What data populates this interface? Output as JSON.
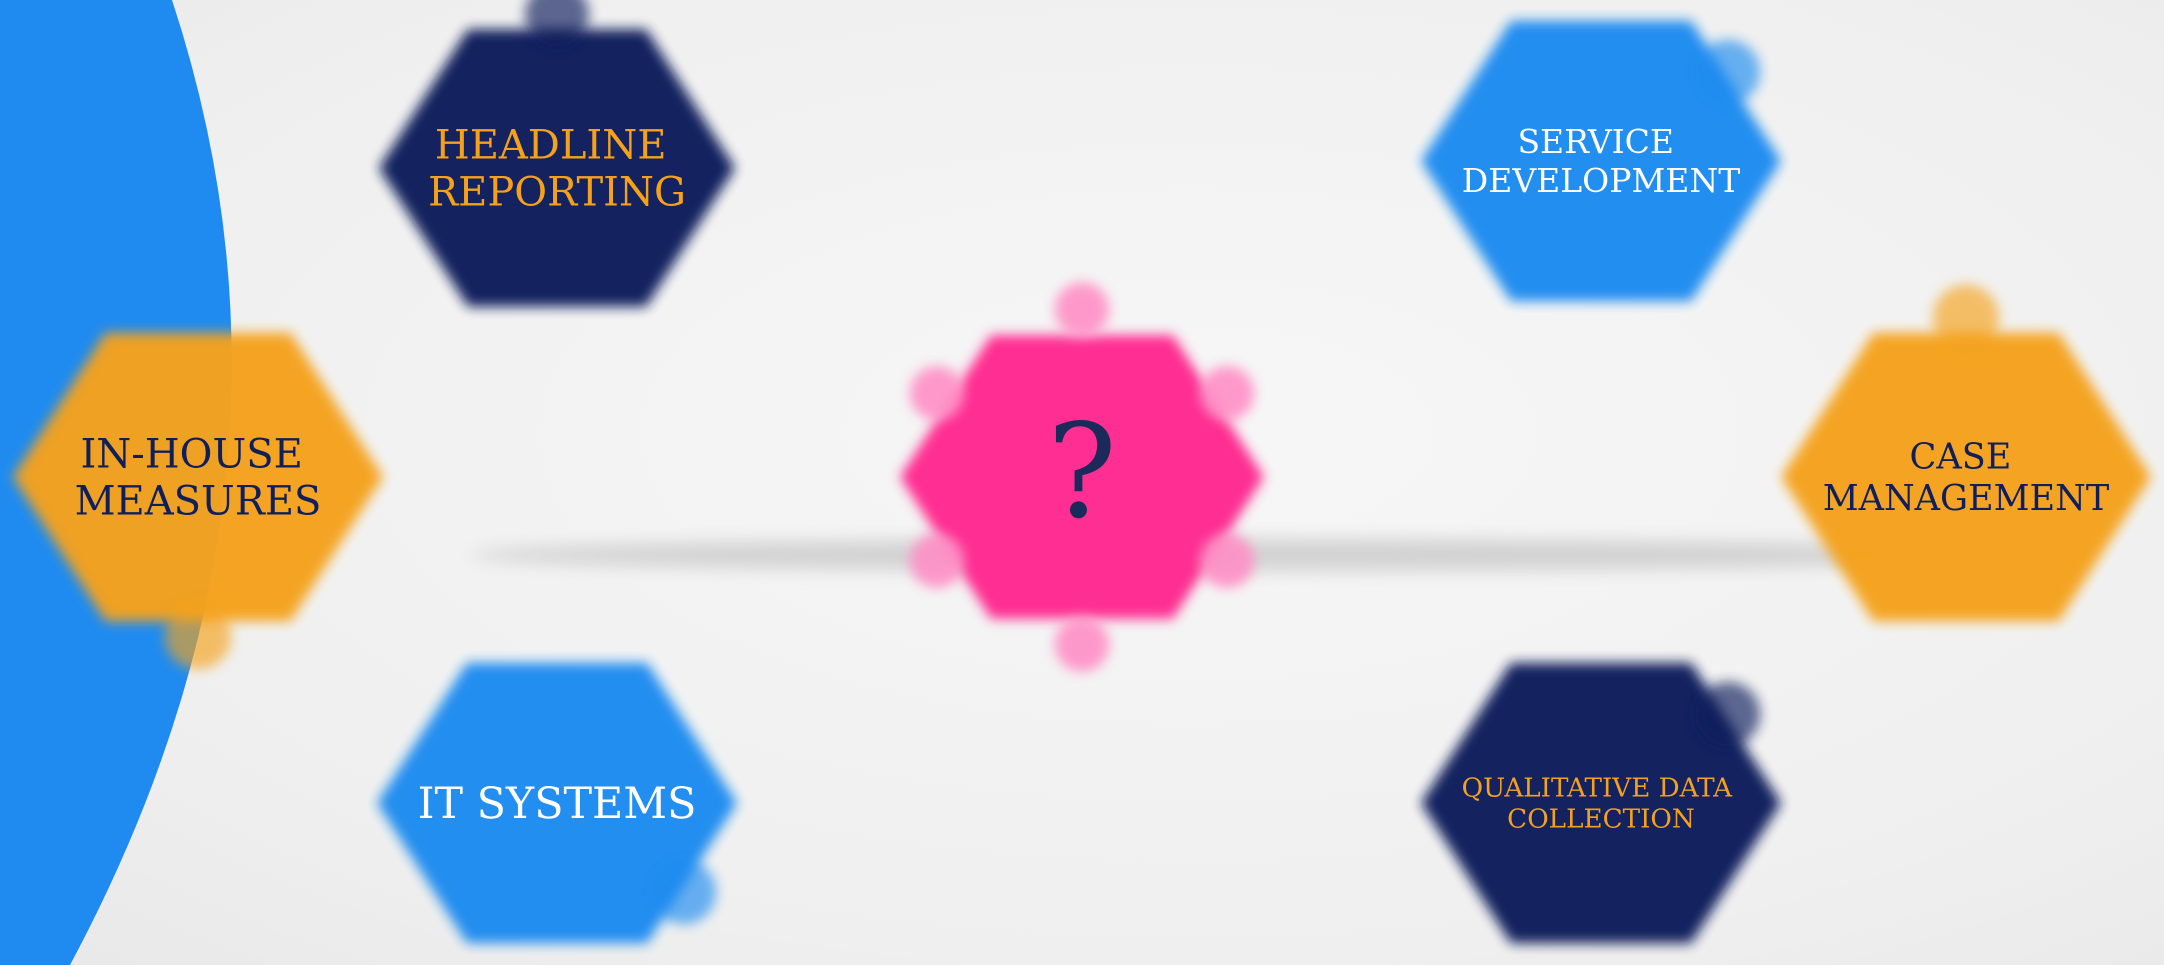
{
  "colors": {
    "background": "#efefef",
    "blue": "#1f8bf0",
    "navy": "#0f1f5c",
    "orange": "#f5a21a",
    "pink": "#ff2f92",
    "white": "#ffffff"
  },
  "center_piece": {
    "label": "?",
    "fill": "#ff2f92",
    "text_color": "#1a2a5a"
  },
  "pieces": [
    {
      "id": "headline-reporting",
      "lines": [
        "HEADLINE",
        "REPORTING"
      ],
      "fill": "#0f1f5c",
      "text_color": "#f5a21a"
    },
    {
      "id": "service-development",
      "lines": [
        "SERVICE",
        "DEVELOPMENT"
      ],
      "fill": "#1f8bf0",
      "text_color": "#ffffff"
    },
    {
      "id": "in-house-measures",
      "lines": [
        "IN-HOUSE",
        "MEASURES"
      ],
      "fill": "#f5a21a",
      "text_color": "#0f1f5c"
    },
    {
      "id": "case-management",
      "lines": [
        "CASE",
        "MANAGEMENT"
      ],
      "fill": "#f5a21a",
      "text_color": "#0f1f5c"
    },
    {
      "id": "it-systems",
      "lines": [
        "IT SYSTEMS"
      ],
      "fill": "#1f8bf0",
      "text_color": "#ffffff"
    },
    {
      "id": "qualitative-data-collection",
      "lines": [
        "QUALITATIVE DATA",
        "COLLECTION"
      ],
      "fill": "#0f1f5c",
      "text_color": "#f5a21a"
    }
  ]
}
